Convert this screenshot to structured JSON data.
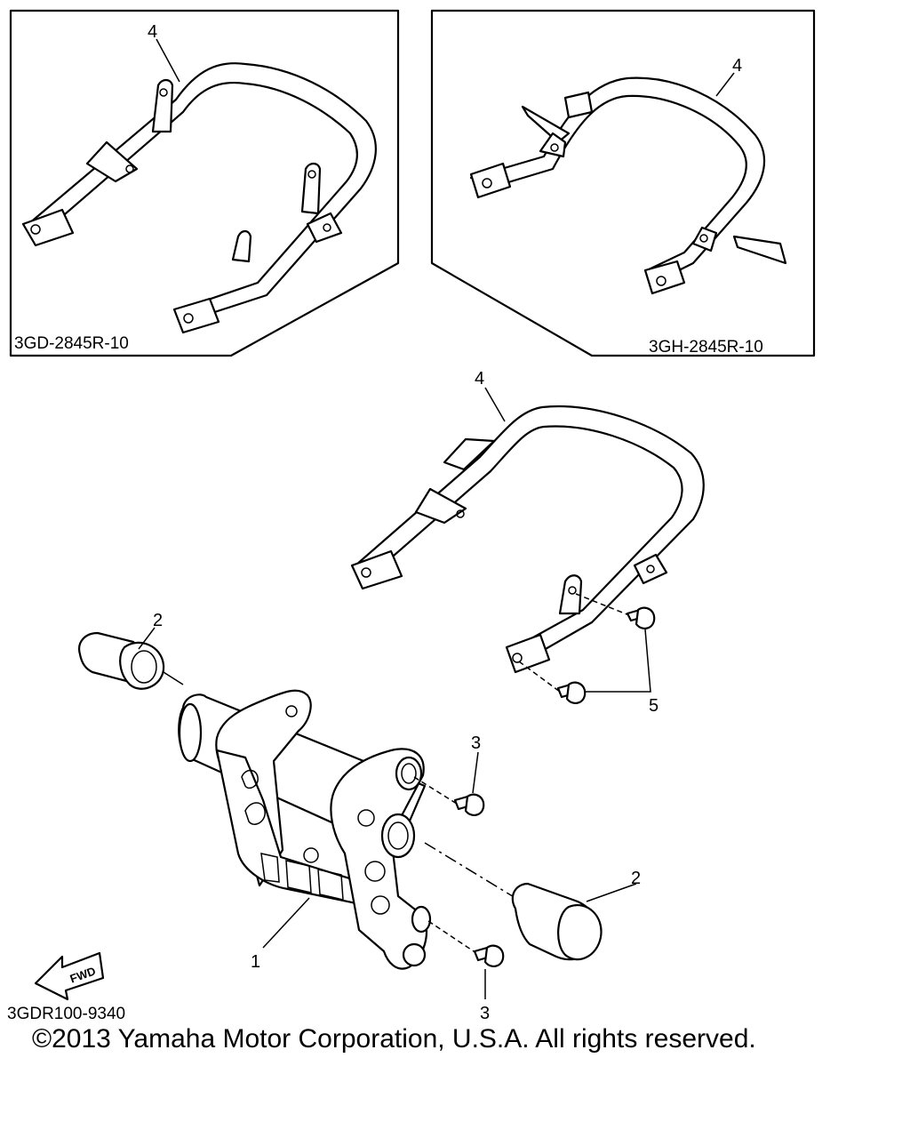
{
  "panels": {
    "left_code": "3GD-2845R-10",
    "right_code": "3GH-2845R-10"
  },
  "callouts": {
    "guard_left_panel": "4",
    "guard_right_panel": "4",
    "guard_main": "4",
    "cap_left": "2",
    "cap_right": "2",
    "bolt_upper": "3",
    "bolt_lower": "3",
    "bolt_grab_bar": "5",
    "bracket": "1"
  },
  "fwd_label": "FWD",
  "diagram_code": "3GDR100-9340",
  "copyright": "©2013 Yamaha Motor Corporation, U.S.A. All rights reserved."
}
